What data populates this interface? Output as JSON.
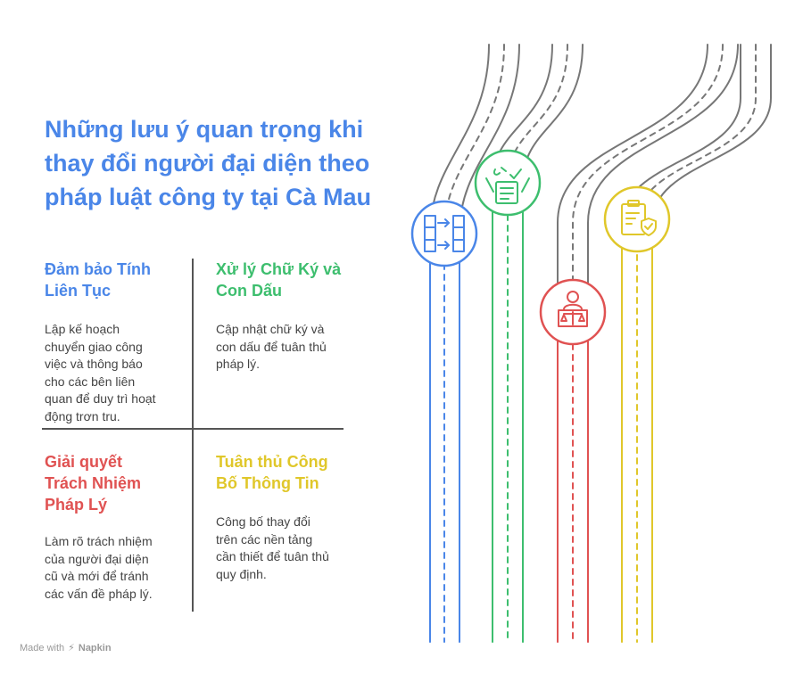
{
  "title": {
    "lines": [
      "Những lưu ý quan trọng khi",
      "thay đổi người đại diện theo",
      "pháp luật công ty tại Cà Mau"
    ],
    "color": "#4A86E8"
  },
  "cards": [
    {
      "title_lines": [
        "Đảm bảo Tính",
        "Liên Tục"
      ],
      "desc_lines": [
        "Lập kế hoạch",
        "chuyển giao công",
        "việc và thông báo",
        "cho các bên liên",
        "quan để duy trì hoạt",
        "động trơn tru."
      ],
      "color": "#4A86E8",
      "icon": "transfer-arrows-icon"
    },
    {
      "title_lines": [
        "Xử lý Chữ Ký và",
        "Con Dấu"
      ],
      "desc_lines": [
        "Cập nhật chữ ký và",
        "con dấu để tuân thủ",
        "pháp lý."
      ],
      "color": "#3DBE6E",
      "icon": "signed-checklist-icon"
    },
    {
      "title_lines": [
        "Giải quyết",
        "Trách Nhiệm",
        "Pháp Lý"
      ],
      "desc_lines": [
        "Làm rõ trách nhiệm",
        "của người đại diện",
        "cũ và mới để tránh",
        "các vấn đề pháp lý."
      ],
      "color": "#E05252",
      "icon": "legal-scales-icon"
    },
    {
      "title_lines": [
        "Tuân thủ Công",
        "Bố Thông Tin"
      ],
      "desc_lines": [
        "Công bố thay đổi",
        "trên các nền tảng",
        "cần thiết để tuân thủ",
        "quy định."
      ],
      "color": "#E0C72A",
      "icon": "clipboard-shield-icon"
    }
  ],
  "footer": {
    "made_with": "Made with",
    "brand": "Napkin"
  }
}
